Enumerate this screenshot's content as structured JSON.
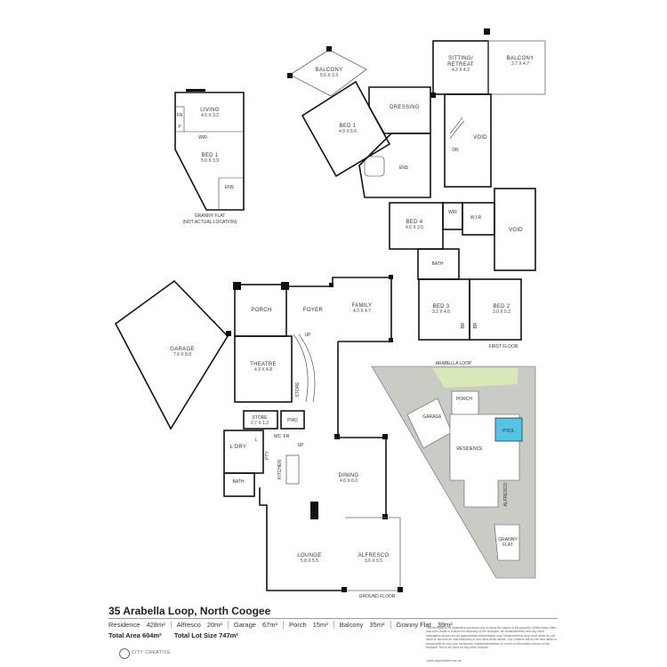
{
  "title": "35 Arabella Loop, North Coogee",
  "areas": [
    {
      "label": "Residence",
      "value": "428m²"
    },
    {
      "label": "Alfresco",
      "value": "20m²"
    },
    {
      "label": "Garage",
      "value": "67m²"
    },
    {
      "label": "Porch",
      "value": "15m²"
    },
    {
      "label": "Balcony",
      "value": "35m²"
    },
    {
      "label": "Granny Flat",
      "value": "39m²"
    }
  ],
  "totals": {
    "total_area_label": "Total Area",
    "total_area_value": "604m²",
    "lot_size_label": "Total Lot Size",
    "lot_size_value": "747m²"
  },
  "disclaimer": "This floorplan is for illustrative purposes only to show the layout of the property. Whilst every effort has been made to ensure the accuracy of the floorplan, all measurements, and any other information shown are an approximate interpretation only. Measurements and room areas do not allow or account for wall thickness or roof area under eaves. City Creative will not be held liable or responsible for any prior omissions, misrepresentations or errors of information shown on the floorplan. Not to be used for any other purpose.",
  "site_url": "www.citycreative.com.au",
  "brand": "CITY CREATIVE",
  "labels": {
    "granny_living": "LIVING",
    "granny_living_dim": "4.5 X 3.2",
    "granny_bed": "BED 1",
    "granny_bed_dim": "5.0 X 3.9",
    "granny_ens": "ENS",
    "granny_wir": "WIR",
    "granny_fr": "FR",
    "granny_p": "P",
    "granny_caption_1": "GRANNY FLAT",
    "granny_caption_2": "(NOT ACTUAL LOCATION)",
    "balcony_1": "BALCONY",
    "balcony_1_dim": "5.6 X 3.3",
    "bed1": "BED 1",
    "bed1_dim": "4.9 X 5.6",
    "dressing": "DRESSING",
    "ens": "ENS",
    "sitting": "SITTING/",
    "retreat": "RETREAT",
    "sitting_dim": "4.2 X 4.2",
    "balcony_2": "BALCONY",
    "balcony_2_dim": "3.7 X 4.7",
    "void_1": "VOID",
    "void_2": "VOID",
    "dn": "DN",
    "bed4": "BED 4",
    "bed4_dim": "4.6 X 3.5",
    "wir_1": "WIR",
    "wir_2": "W.I.R",
    "bath_1": "BATH",
    "bed3": "BED 3",
    "bed3_dim": "3.2 X 4.6",
    "bed2": "BED 2",
    "bed2_dim": "3.0 X 5.2",
    "br_1": "BR",
    "br_2": "BR",
    "first_floor": "FIRST FLOOR",
    "porch": "PORCH",
    "foyer": "FOYER",
    "family": "FAMILY",
    "family_dim": "4.3 X 4.7",
    "garage": "GARAGE",
    "garage_dim": "7.6 X 8.8",
    "theatre": "THEATRE",
    "theatre_dim": "4.3 X 4.8",
    "store_1": "STORE",
    "store_1_dim": "2.7 X 1.3",
    "store_2": "STORE",
    "pwd": "PWD",
    "up": "UP",
    "ldry": "L'DRY",
    "bath_2": "BATH",
    "pty": "PTY",
    "kitchen": "KITCHEN",
    "dining": "DINING",
    "dining_dim": "4.6 X 6.0",
    "lounge": "LOUNGE",
    "lounge_dim": "5.8 X 5.5",
    "alfresco": "ALFRESCO",
    "alfresco_dim": "3.6 X 5.5",
    "ground_floor": "GROUND FLOOR",
    "wc": "WC",
    "fr": "FR",
    "sp": "SP",
    "l": "L",
    "site_street": "ARABELLA LOOP",
    "site_garage": "GARAGE",
    "site_porch": "PORCH",
    "site_residence": "RESIDENCE",
    "site_pool": "POOL",
    "site_alfresco": "ALFRESCO",
    "site_granny": "GRANNY",
    "site_flat": "FLAT"
  },
  "colors": {
    "site_lot": "#c8ccc4",
    "site_building": "#ffffff",
    "site_lawn": "#d9e8b8",
    "site_pool": "#55c4e6",
    "wall": "#111111"
  }
}
